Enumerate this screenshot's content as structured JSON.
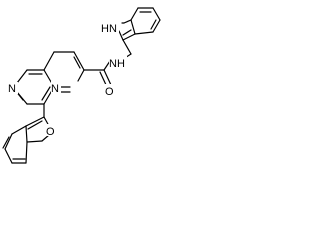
{
  "atoms": {
    "pyridine_n6": "N",
    "naphthyridine_n1": "N",
    "amide_o": "O",
    "amide_nh": "NH",
    "indole_nh": "HN",
    "furan_o": "O"
  },
  "colors": {
    "bond": "#000000",
    "label": "#000000",
    "background": "#ffffff"
  }
}
